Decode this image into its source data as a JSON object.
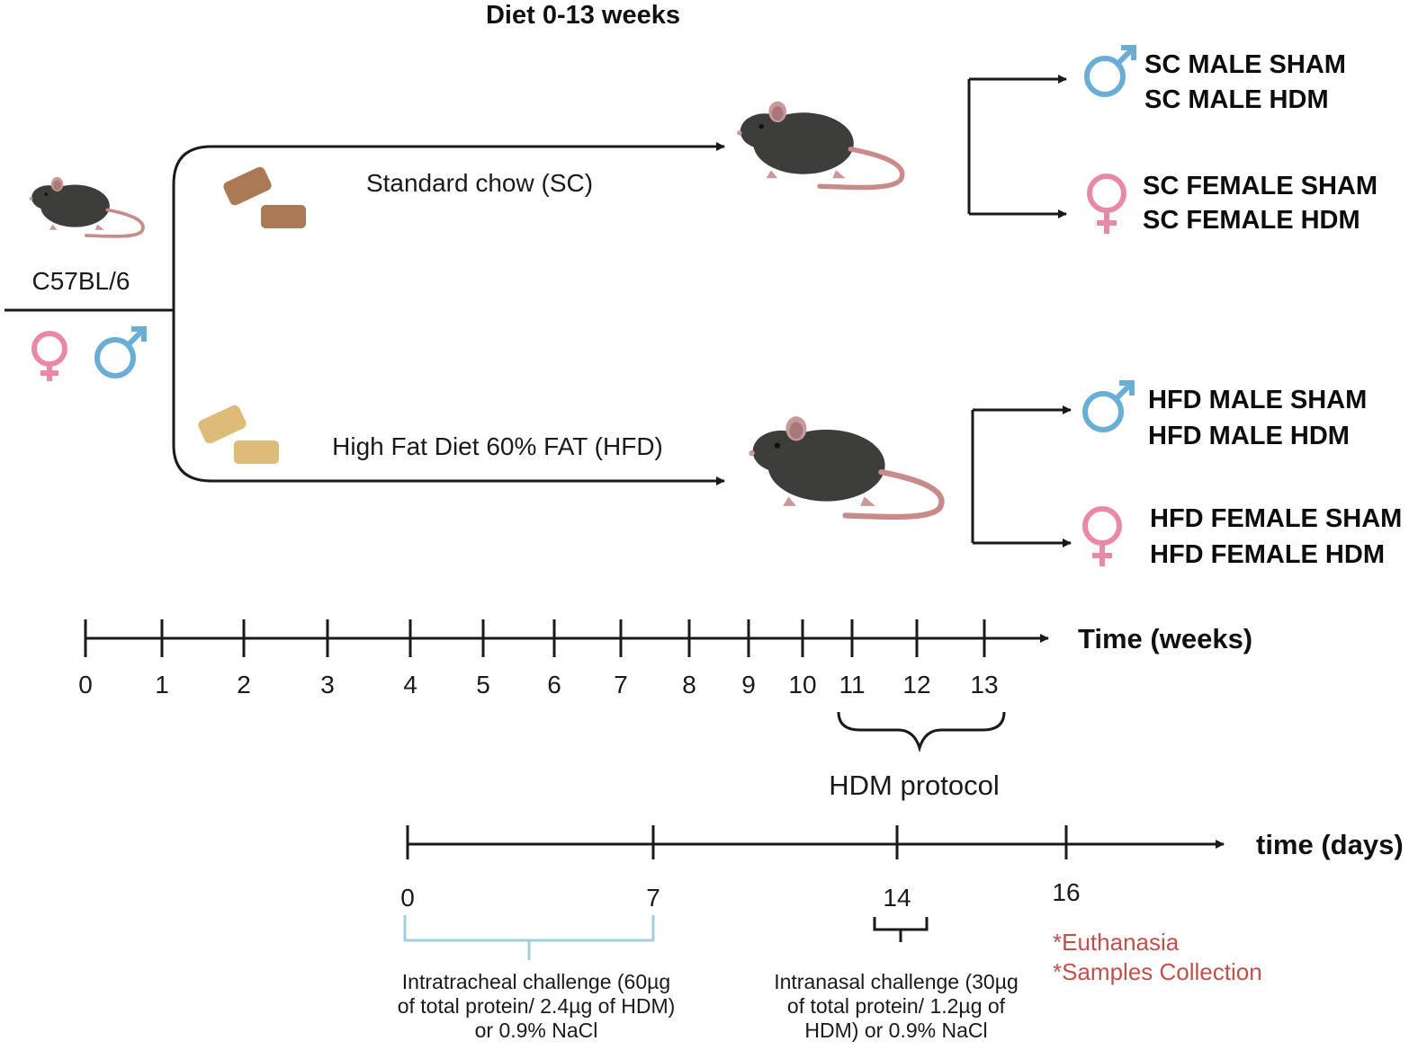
{
  "title": "Diet 0-13 weeks",
  "strain": "C57BL/6",
  "diets": {
    "sc": "Standard chow (SC)",
    "hfd": "High Fat Diet 60% FAT (HFD)"
  },
  "groups": {
    "sc_male": [
      "SC MALE SHAM",
      "SC MALE HDM"
    ],
    "sc_female": [
      "SC FEMALE SHAM",
      "SC FEMALE HDM"
    ],
    "hfd_male": [
      "HFD MALE SHAM",
      "HFD MALE HDM"
    ],
    "hfd_female": [
      "HFD FEMALE SHAM",
      "HFD FEMALE HDM"
    ]
  },
  "weeks_axis": {
    "title": "Time (weeks)",
    "ticks": [
      "0",
      "1",
      "2",
      "3",
      "4",
      "5",
      "6",
      "7",
      "8",
      "9",
      "10",
      "11",
      "12",
      "13"
    ]
  },
  "hdm_protocol_label": "HDM protocol",
  "days_axis": {
    "title": "time (days)",
    "ticks": [
      "0",
      "7",
      "14",
      "16"
    ]
  },
  "challenges": {
    "intratracheal": [
      "Intratracheal challenge (60µg",
      "of total protein/ 2.4µg of HDM)",
      "or 0.9% NaCl"
    ],
    "intranasal": [
      "Intranasal challenge (30µg",
      "of total protein/ 1.2µg of",
      "HDM) or 0.9% NaCl"
    ]
  },
  "endpoints": [
    "*Euthanasia",
    "*Samples Collection"
  ],
  "colors": {
    "male": "#6aaed6",
    "female": "#e88aa6",
    "mouse_body": "#3d3d3b",
    "mouse_ear": "#c99a9a",
    "tail": "#c98a8a",
    "sc_pellet": "#a97a55",
    "hfd_pellet": "#ddbb78",
    "bracket_blue": "#9fcfdc",
    "endpoint_red": "#c2504a"
  }
}
